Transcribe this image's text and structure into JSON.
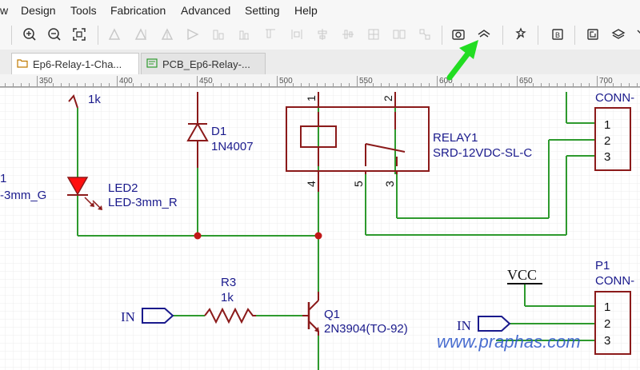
{
  "menu": {
    "items": [
      "w",
      "Design",
      "Tools",
      "Fabrication",
      "Advanced",
      "Setting",
      "Help"
    ]
  },
  "tabs": [
    {
      "label": "Ep6-Relay-1-Cha...",
      "active": true
    },
    {
      "label": "PCB_Ep6-Relay-...",
      "active": false
    }
  ],
  "ruler": {
    "ticks": [
      "350",
      "400",
      "450",
      "500",
      "550",
      "600",
      "650",
      "700"
    ]
  },
  "schematic": {
    "r_top_value": "1k",
    "d1_ref": "D1",
    "d1_value": "1N4007",
    "led1_ref_partial": "1",
    "led1_value_partial": "-3mm_G",
    "led2_ref": "LED2",
    "led2_value": "LED-3mm_R",
    "relay_ref": "RELAY1",
    "relay_value": "SRD-12VDC-SL-C",
    "relay_pins": [
      "1",
      "2",
      "4",
      "5",
      "3"
    ],
    "conn_top_ref": "CONN-",
    "conn_top_pins": [
      "1",
      "2",
      "3"
    ],
    "r3_ref": "R3",
    "r3_value": "1k",
    "q1_ref": "Q1",
    "q1_value": "2N3904(TO-92)",
    "net_in_1": "IN",
    "net_in_2": "IN",
    "vcc": "VCC",
    "p1_ref": "P1",
    "p1_value": "CONN-",
    "p1_pins": [
      "1",
      "2",
      "3"
    ],
    "watermark": "www.praphas.com"
  },
  "colors": {
    "wire": "#2e9a2e",
    "symbol": "#8b1a1a",
    "text": "#1a1a8c",
    "junction": "#c01818",
    "led": "#ff1010",
    "pointer": "#22dd22",
    "watermark": "#2a55c8"
  }
}
